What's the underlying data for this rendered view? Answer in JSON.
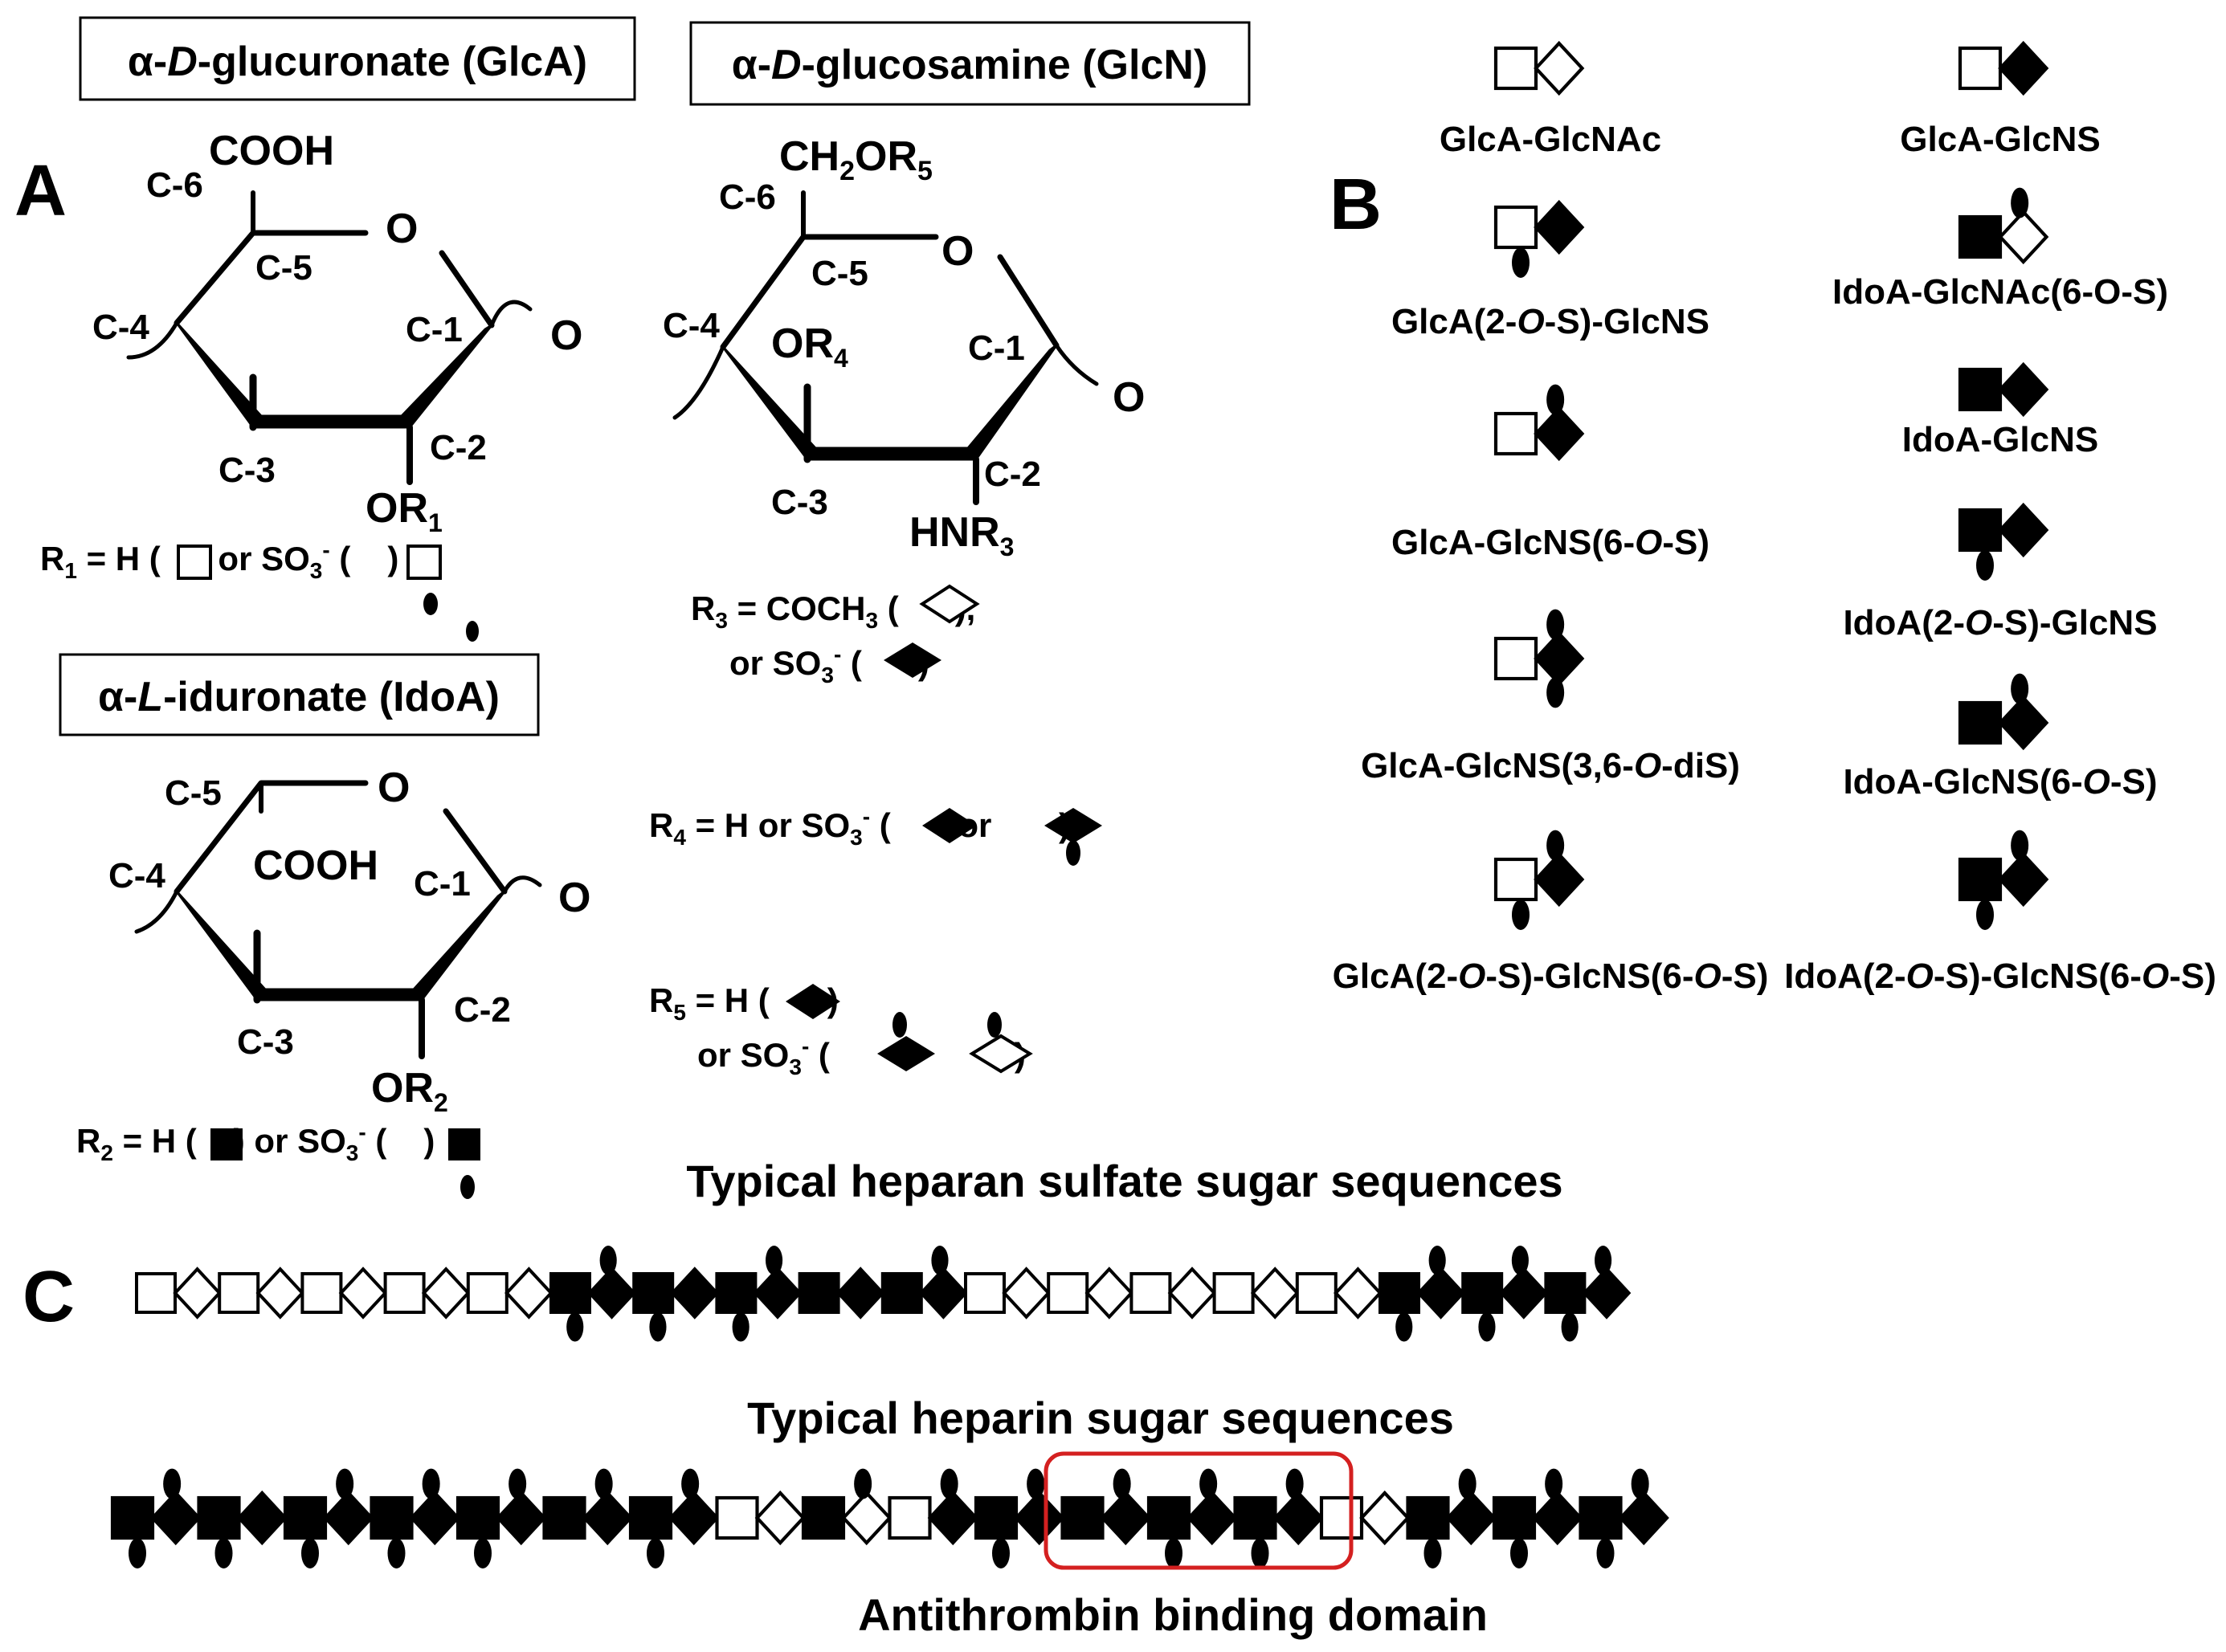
{
  "panel_labels": {
    "a": "A",
    "b": "B",
    "c": "C"
  },
  "glca": {
    "title": [
      "α-",
      "D",
      "-glucuronate (GlcA)"
    ],
    "carboxyl": "COOH",
    "ring_oxygen": "O",
    "c6": "C-6",
    "c5": "C-5",
    "c4": "C-4",
    "c3": "C-3",
    "c2": "C-2",
    "c1": "C-1",
    "glycosidic_oxygen": "O",
    "substituent": [
      "OR",
      "1"
    ],
    "legend": [
      "R",
      "1",
      " = H (",
      ") or SO",
      "3",
      "-",
      " (",
      ")"
    ]
  },
  "glcn": {
    "title": [
      "α-",
      "D",
      "-glucosamine (GlcN)"
    ],
    "c6_group": [
      "CH",
      "2",
      "OR",
      "5"
    ],
    "ring_oxygen": "O",
    "c6": "C-6",
    "c5": "C-5",
    "c4": "C-4",
    "c3": "C-3",
    "c2": "C-2",
    "c1": "C-1",
    "or4": [
      "OR",
      "4"
    ],
    "glycosidic_oxygen": "O",
    "amine": [
      "HNR",
      "3"
    ],
    "r3_line1": [
      "R",
      "3",
      " = COCH",
      "3",
      " (",
      "),"
    ],
    "r3_line2": [
      "or SO",
      "3",
      "-",
      " (",
      ")"
    ],
    "r4_line": [
      "R",
      "4",
      " = H or SO",
      "3",
      "-",
      " (",
      " or ",
      ")"
    ],
    "r5_line1": [
      "R",
      "5",
      " = H (",
      ")"
    ],
    "r5_line2": [
      "or SO",
      "3",
      "-",
      " (",
      ")"
    ]
  },
  "idoa": {
    "title": [
      "α-",
      "L",
      "-iduronate (IdoA)"
    ],
    "carboxyl": "COOH",
    "ring_oxygen": "O",
    "c5": "C-5",
    "c4": "C-4",
    "c3": "C-3",
    "c2": "C-2",
    "c1": "C-1",
    "glycosidic_oxygen": "O",
    "substituent": [
      "OR",
      "2"
    ],
    "legend": [
      "R",
      "2",
      " = H (",
      ") or SO",
      "3",
      "-",
      " (",
      ")"
    ]
  },
  "disaccharides": {
    "left": [
      {
        "label": [
          "GlcA-GlcNAc"
        ],
        "uronic": "open",
        "hexosamine": "open",
        "sulfate_2o": false,
        "sulfate_6o": false,
        "sulfate_3o": false
      },
      {
        "label": [
          "GlcA(2-",
          "O",
          "-S)-GlcNS"
        ],
        "uronic": "open",
        "hexosamine": "filled",
        "sulfate_2o": true,
        "sulfate_6o": false,
        "sulfate_3o": false
      },
      {
        "label": [
          "GlcA-GlcNS(6-",
          "O",
          "-S)"
        ],
        "uronic": "open",
        "hexosamine": "filled",
        "sulfate_2o": false,
        "sulfate_6o": true,
        "sulfate_3o": false
      },
      {
        "label": [
          "GlcA-GlcNS(3,6-",
          "O",
          "-diS)"
        ],
        "uronic": "open",
        "hexosamine": "filled",
        "sulfate_2o": false,
        "sulfate_6o": true,
        "sulfate_3o": true
      },
      {
        "label": [
          "GlcA(2-",
          "O",
          "-S)-GlcNS(6-",
          "O",
          "-S)"
        ],
        "uronic": "open",
        "hexosamine": "filled",
        "sulfate_2o": true,
        "sulfate_6o": true,
        "sulfate_3o": false
      }
    ],
    "right": [
      {
        "label": [
          "GlcA-GlcNS"
        ],
        "uronic": "open",
        "hexosamine": "filled",
        "sulfate_2o": false,
        "sulfate_6o": false,
        "sulfate_3o": false
      },
      {
        "label": [
          "IdoA-GlcNAc(6-O-S)"
        ],
        "uronic": "filled",
        "hexosamine": "open",
        "sulfate_2o": false,
        "sulfate_6o": true,
        "sulfate_3o": false
      },
      {
        "label": [
          "IdoA-GlcNS"
        ],
        "uronic": "filled",
        "hexosamine": "filled",
        "sulfate_2o": false,
        "sulfate_6o": false,
        "sulfate_3o": false
      },
      {
        "label": [
          "IdoA(2-",
          "O",
          "-S)-GlcNS"
        ],
        "uronic": "filled",
        "hexosamine": "filled",
        "sulfate_2o": true,
        "sulfate_6o": false,
        "sulfate_3o": false
      },
      {
        "label": [
          "IdoA-GlcNS(6-",
          "O",
          "-S)"
        ],
        "uronic": "filled",
        "hexosamine": "filled",
        "sulfate_2o": false,
        "sulfate_6o": true,
        "sulfate_3o": false
      },
      {
        "label": [
          "IdoA(2-",
          "O",
          "-S)-GlcNS(6-",
          "O",
          "-S)"
        ],
        "uronic": "filled",
        "hexosamine": "filled",
        "sulfate_2o": true,
        "sulfate_6o": true,
        "sulfate_3o": false
      }
    ]
  },
  "sequences": {
    "heparan_sulfate": {
      "title": "Typical heparan sulfate sugar sequences",
      "units": [
        [
          "open",
          "open",
          false,
          false
        ],
        [
          "open",
          "open",
          false,
          false
        ],
        [
          "open",
          "open",
          false,
          false
        ],
        [
          "open",
          "open",
          false,
          false
        ],
        [
          "open",
          "open",
          false,
          false
        ],
        [
          "filled",
          "filled",
          true,
          true
        ],
        [
          "filled",
          "filled",
          true,
          false
        ],
        [
          "filled",
          "filled",
          true,
          true
        ],
        [
          "filled",
          "filled",
          false,
          false
        ],
        [
          "filled",
          "filled",
          false,
          true
        ],
        [
          "open",
          "open",
          false,
          false
        ],
        [
          "open",
          "open",
          false,
          false
        ],
        [
          "open",
          "open",
          false,
          false
        ],
        [
          "open",
          "open",
          false,
          false
        ],
        [
          "open",
          "open",
          false,
          false
        ],
        [
          "filled",
          "filled",
          true,
          true
        ],
        [
          "filled",
          "filled",
          true,
          true
        ],
        [
          "filled",
          "filled",
          true,
          true
        ]
      ]
    },
    "heparin": {
      "title": "Typical heparin sugar sequences",
      "units": [
        [
          "filled",
          "filled",
          true,
          true
        ],
        [
          "filled",
          "filled",
          true,
          false
        ],
        [
          "filled",
          "filled",
          true,
          true
        ],
        [
          "filled",
          "filled",
          true,
          true
        ],
        [
          "filled",
          "filled",
          true,
          true
        ],
        [
          "filled",
          "filled",
          false,
          true
        ],
        [
          "filled",
          "filled",
          true,
          true
        ],
        [
          "open",
          "open",
          false,
          false
        ],
        [
          "filled",
          "open",
          false,
          true
        ],
        [
          "open",
          "filled",
          false,
          true
        ],
        [
          "filled",
          "filled",
          true,
          true
        ],
        [
          "filled",
          "filled",
          false,
          true
        ],
        [
          "filled",
          "filled",
          true,
          true
        ],
        [
          "filled",
          "filled",
          true,
          true
        ],
        [
          "open",
          "open",
          false,
          false
        ],
        [
          "filled",
          "filled",
          true,
          true
        ],
        [
          "filled",
          "filled",
          true,
          true
        ],
        [
          "filled",
          "filled",
          true,
          true
        ]
      ],
      "highlight_label": "Antithrombin binding domain",
      "highlight_color": "#d42020"
    }
  }
}
